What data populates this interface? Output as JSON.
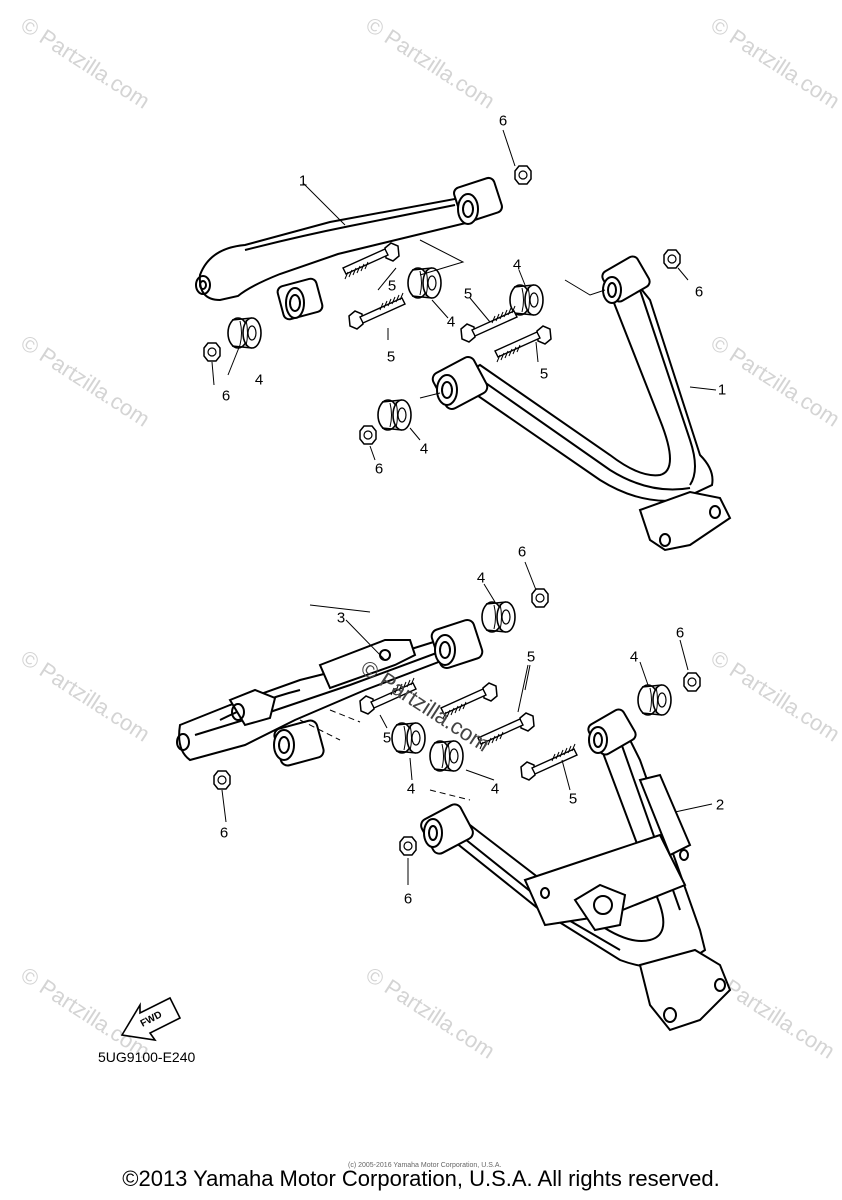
{
  "watermark": "© Partzilla.com",
  "center_watermark": "© Partzilla.com",
  "callouts": {
    "n1a": "1",
    "n1b": "1",
    "n2": "2",
    "n3": "3",
    "n4a": "4",
    "n4b": "4",
    "n4c": "4",
    "n4d": "4",
    "n4e": "4",
    "n4f": "4",
    "n4g": "4",
    "n4h": "4",
    "n5a": "5",
    "n5b": "5",
    "n5c": "5",
    "n5d": "5",
    "n5e": "5",
    "n5f": "5",
    "n5g": "5",
    "n6a": "6",
    "n6b": "6",
    "n6c": "6",
    "n6d": "6",
    "n6e": "6",
    "n6f": "6",
    "n6g": "6",
    "n6h": "6"
  },
  "fwd_label": "FWD",
  "diagram_code": "5UG9100-E240",
  "small_copyright": "(c) 2005-2016 Yamaha Motor Corporation, U.S.A.",
  "copyright": "©2013 Yamaha Motor Corporation, U.S.A. All rights reserved."
}
